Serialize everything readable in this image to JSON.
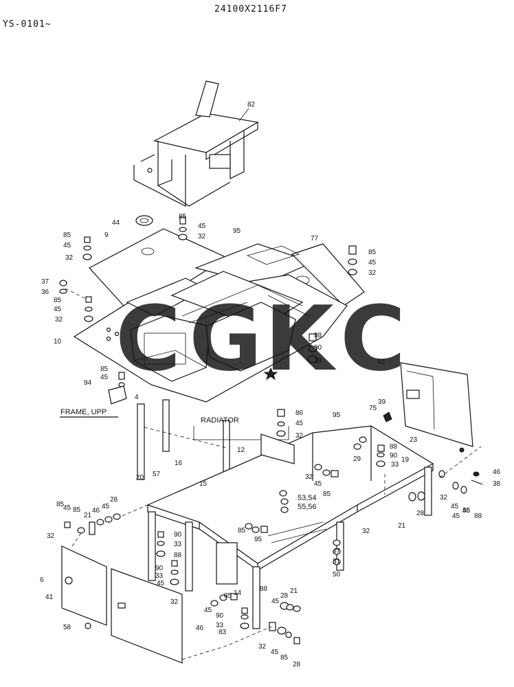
{
  "header": {
    "doc_code": "24100X2116F7",
    "serial_range": "YS-0101~"
  },
  "watermark": {
    "letters": [
      {
        "char": "C",
        "color": "#3d7be8"
      },
      {
        "char": "G",
        "color": "#ea5a52"
      },
      {
        "char": "K",
        "color": "#f2c430"
      },
      {
        "char": "C",
        "color": "#33a86a"
      }
    ]
  },
  "annotations": {
    "frame_upp": "FRAME, UPP",
    "radiator": "RADIATOR",
    "range_53_54": "53,54",
    "range_55_56": "55,56"
  },
  "callouts": [
    "82",
    "44",
    "85",
    "45",
    "32",
    "95",
    "77",
    "85",
    "45",
    "32",
    "9",
    "85",
    "45",
    "32",
    "37",
    "36",
    "85",
    "45",
    "32",
    "10",
    "88",
    "90",
    "33",
    "92",
    "85",
    "45",
    "94",
    "4",
    "86",
    "45",
    "32",
    "39",
    "75",
    "95",
    "12",
    "88",
    "90",
    "19",
    "23",
    "46",
    "38",
    "29",
    "32",
    "45",
    "33",
    "85",
    "57",
    "16",
    "15",
    "20",
    "21",
    "32",
    "45",
    "85",
    "28",
    "46",
    "45",
    "85",
    "45",
    "46",
    "28",
    "21",
    "32",
    "45",
    "85",
    "88",
    "90",
    "33",
    "88",
    "90",
    "33",
    "45",
    "85",
    "95",
    "32",
    "47",
    "31",
    "50",
    "6",
    "41",
    "58",
    "32",
    "45",
    "85",
    "14",
    "88",
    "90",
    "33",
    "83",
    "46",
    "45",
    "28",
    "21",
    "32",
    "45",
    "85",
    "28"
  ]
}
